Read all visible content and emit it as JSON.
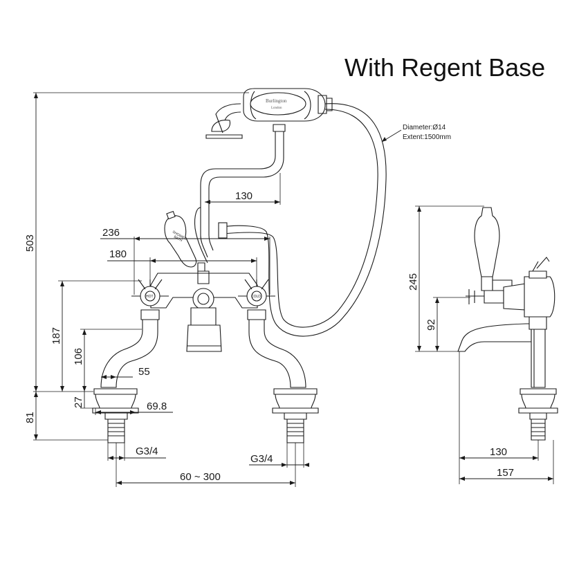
{
  "title": "With Regent Base",
  "hose_note": {
    "diameter": "Diameter:Ø14",
    "extent": "Extent:1500mm"
  },
  "handset_logo": {
    "brand": "Burlington",
    "place": "London"
  },
  "lever_label": {
    "line1": "SHOWER",
    "line2": "BATH"
  },
  "tap_labels": {
    "hot": "HOT",
    "cold": "COLD"
  },
  "dimensions": {
    "overall_height": "503",
    "base_height": "81",
    "body_height": "187",
    "arm_height": "106",
    "collar": "27",
    "handset_offset": "130",
    "outer_width": "236",
    "centres": "180",
    "arm_width": "55",
    "base_dia": "69.8",
    "thread_left": "G3/4",
    "thread_right": "G3/4",
    "centres_range": "60 ~ 300",
    "side_height": "245",
    "spout_height": "92",
    "spout_reach": "130",
    "side_depth": "157"
  }
}
